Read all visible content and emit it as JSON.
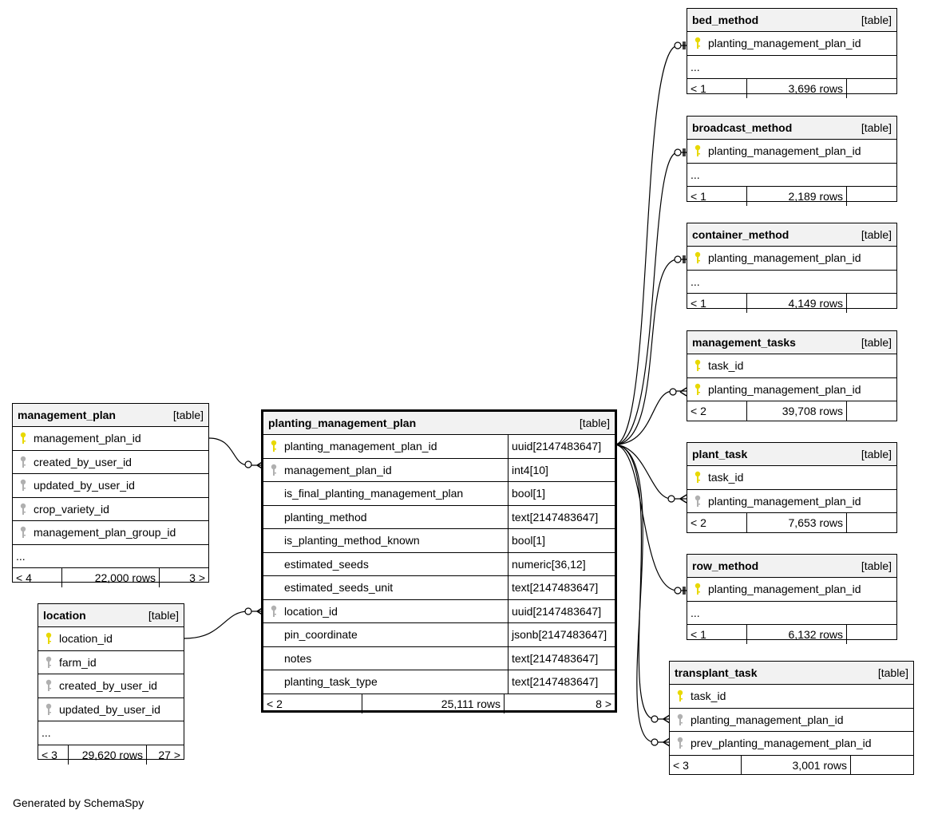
{
  "footer": "Generated by SchemaSpy",
  "colors": {
    "pk_key": "#e8d800",
    "fk_key": "#b0b0b0",
    "header_bg": "#f2f2f2"
  },
  "tables": {
    "main": {
      "name": "planting_management_plan",
      "kind": "[table]",
      "columns": [
        {
          "name": "planting_management_plan_id",
          "type": "uuid[2147483647]",
          "key": "pk"
        },
        {
          "name": "management_plan_id",
          "type": "int4[10]",
          "key": "fk"
        },
        {
          "name": "is_final_planting_management_plan",
          "type": "bool[1]",
          "key": ""
        },
        {
          "name": "planting_method",
          "type": "text[2147483647]",
          "key": ""
        },
        {
          "name": "is_planting_method_known",
          "type": "bool[1]",
          "key": ""
        },
        {
          "name": "estimated_seeds",
          "type": "numeric[36,12]",
          "key": ""
        },
        {
          "name": "estimated_seeds_unit",
          "type": "text[2147483647]",
          "key": ""
        },
        {
          "name": "location_id",
          "type": "uuid[2147483647]",
          "key": "fk"
        },
        {
          "name": "pin_coordinate",
          "type": "jsonb[2147483647]",
          "key": ""
        },
        {
          "name": "notes",
          "type": "text[2147483647]",
          "key": ""
        },
        {
          "name": "planting_task_type",
          "type": "text[2147483647]",
          "key": ""
        }
      ],
      "footer": {
        "parents": "< 2",
        "rows": "25,111 rows",
        "children": "8 >"
      }
    },
    "management_plan": {
      "name": "management_plan",
      "kind": "[table]",
      "columns": [
        {
          "name": "management_plan_id",
          "key": "pk"
        },
        {
          "name": "created_by_user_id",
          "key": "fk"
        },
        {
          "name": "updated_by_user_id",
          "key": "fk"
        },
        {
          "name": "crop_variety_id",
          "key": "fk"
        },
        {
          "name": "management_plan_group_id",
          "key": "fk"
        }
      ],
      "ellipsis": "...",
      "footer": {
        "parents": "< 4",
        "rows": "22,000 rows",
        "children": "3 >"
      }
    },
    "location": {
      "name": "location",
      "kind": "[table]",
      "columns": [
        {
          "name": "location_id",
          "key": "pk"
        },
        {
          "name": "farm_id",
          "key": "fk"
        },
        {
          "name": "created_by_user_id",
          "key": "fk"
        },
        {
          "name": "updated_by_user_id",
          "key": "fk"
        }
      ],
      "ellipsis": "...",
      "footer": {
        "parents": "< 3",
        "rows": "29,620 rows",
        "children": "27 >"
      }
    },
    "bed_method": {
      "name": "bed_method",
      "kind": "[table]",
      "columns": [
        {
          "name": "planting_management_plan_id",
          "key": "pk"
        }
      ],
      "ellipsis": "...",
      "footer": {
        "parents": "< 1",
        "rows": "3,696 rows",
        "children": ""
      }
    },
    "broadcast_method": {
      "name": "broadcast_method",
      "kind": "[table]",
      "columns": [
        {
          "name": "planting_management_plan_id",
          "key": "pk"
        }
      ],
      "ellipsis": "...",
      "footer": {
        "parents": "< 1",
        "rows": "2,189 rows",
        "children": ""
      }
    },
    "container_method": {
      "name": "container_method",
      "kind": "[table]",
      "columns": [
        {
          "name": "planting_management_plan_id",
          "key": "pk"
        }
      ],
      "ellipsis": "...",
      "footer": {
        "parents": "< 1",
        "rows": "4,149 rows",
        "children": ""
      }
    },
    "management_tasks": {
      "name": "management_tasks",
      "kind": "[table]",
      "columns": [
        {
          "name": "task_id",
          "key": "pk"
        },
        {
          "name": "planting_management_plan_id",
          "key": "pk"
        }
      ],
      "footer": {
        "parents": "< 2",
        "rows": "39,708 rows",
        "children": ""
      }
    },
    "plant_task": {
      "name": "plant_task",
      "kind": "[table]",
      "columns": [
        {
          "name": "task_id",
          "key": "pk"
        },
        {
          "name": "planting_management_plan_id",
          "key": "fk"
        }
      ],
      "footer": {
        "parents": "< 2",
        "rows": "7,653 rows",
        "children": ""
      }
    },
    "row_method": {
      "name": "row_method",
      "kind": "[table]",
      "columns": [
        {
          "name": "planting_management_plan_id",
          "key": "pk"
        }
      ],
      "ellipsis": "...",
      "footer": {
        "parents": "< 1",
        "rows": "6,132 rows",
        "children": ""
      }
    },
    "transplant_task": {
      "name": "transplant_task",
      "kind": "[table]",
      "columns": [
        {
          "name": "task_id",
          "key": "pk"
        },
        {
          "name": "planting_management_plan_id",
          "key": "fk"
        },
        {
          "name": "prev_planting_management_plan_id",
          "key": "fk"
        }
      ],
      "footer": {
        "parents": "< 3",
        "rows": "3,001 rows",
        "children": ""
      }
    }
  }
}
